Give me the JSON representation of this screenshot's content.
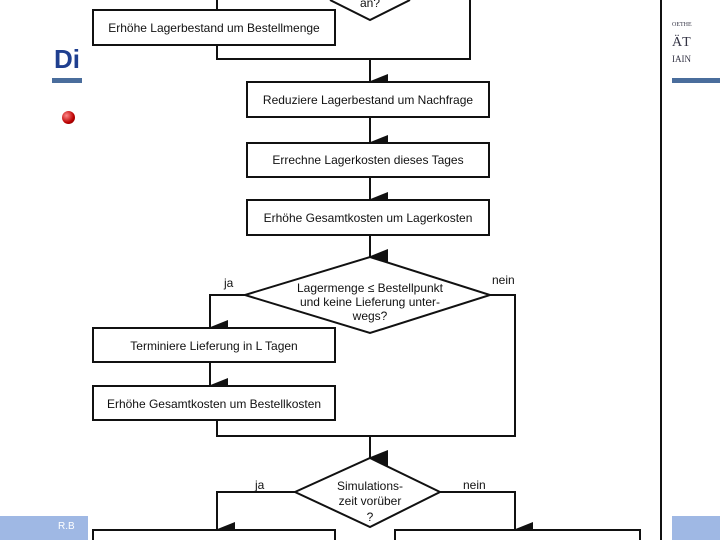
{
  "slide": {
    "title": "Di",
    "footer": "R.B",
    "logo": {
      "line1": "OETHE",
      "line2": "ÄT",
      "line3": "IAIN"
    }
  },
  "colors": {
    "title": "#1f3f8f",
    "rule": "#4a6d9c",
    "footer": "#9fb8e4"
  },
  "flowchart": {
    "top_decision_fragment": "an?",
    "box_increase_stock": "Erhöhe Lagerbestand um Bestellmenge",
    "box_reduce_stock": "Reduziere Lagerbestand um Nachfrage",
    "box_storage_cost": "Errechne Lagerkosten dieses Tages",
    "box_total_storage": "Erhöhe Gesamtkosten um Lagerkosten",
    "decision_reorder": [
      "Lagermenge ≤ Bestellpunkt",
      "und keine Lieferung unter-",
      "wegs?"
    ],
    "yes": "ja",
    "no": "nein",
    "box_schedule": "Terminiere Lieferung in L Tagen",
    "box_total_order": "Erhöhe Gesamtkosten um Bestellkosten",
    "decision_end": [
      "Simulations-",
      "zeit vorüber",
      "?"
    ]
  }
}
